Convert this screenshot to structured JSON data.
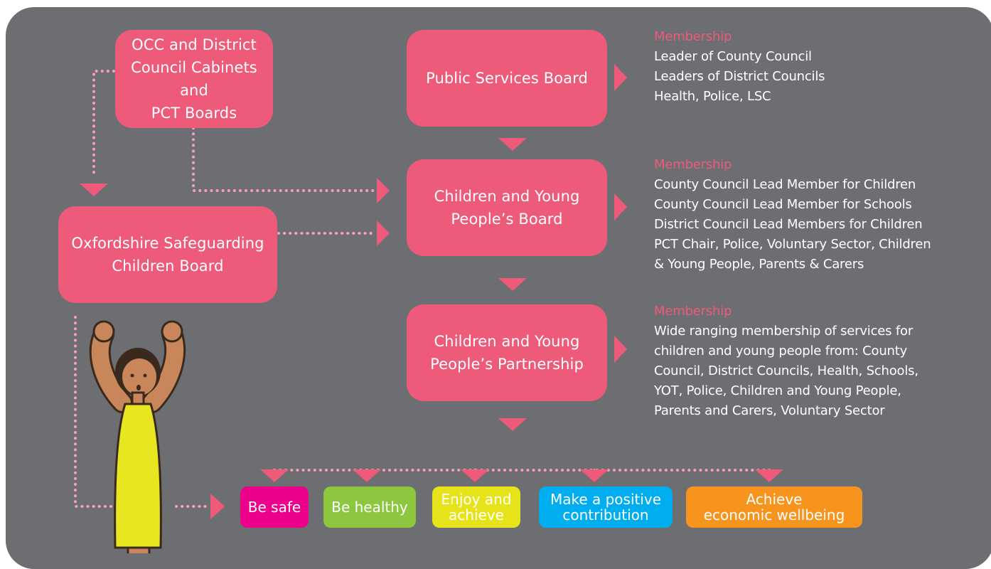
{
  "colors": {
    "background": "#6d6e71",
    "box": "#ee5a7a",
    "connector": "#f5a0b8",
    "heading": "#ee5a7a",
    "text": "#ffffff"
  },
  "boxes": {
    "occ": {
      "lines": [
        "OCC and District",
        "Council Cabinets and",
        "PCT Boards"
      ]
    },
    "psb": {
      "lines": [
        "Public Services Board"
      ]
    },
    "cypb": {
      "lines": [
        "Children and Young",
        "People’s Board"
      ]
    },
    "oscb": {
      "lines": [
        "Oxfordshire Safeguarding",
        "Children Board"
      ]
    },
    "cypp": {
      "lines": [
        "Children and  Young",
        "People’s Partnership"
      ]
    }
  },
  "membership": [
    {
      "heading": "Membership",
      "lines": [
        "Leader of County Council",
        "Leaders of District Councils",
        "Health, Police, LSC"
      ]
    },
    {
      "heading": "Membership",
      "lines": [
        "County Council Lead Member for Children",
        "County Council Lead Member for Schools",
        "District Council Lead Members for Children",
        "PCT Chair, Police, Voluntary Sector, Children",
        "& Young People, Parents & Carers"
      ]
    },
    {
      "heading": "Membership",
      "lines": [
        "Wide ranging membership of services for",
        "children and young people from: County",
        "Council, District Councils, Health, Schools,",
        "YOT, Police, Children and Young People,",
        "Parents and Carers, Voluntary Sector"
      ]
    }
  ],
  "outcomes": [
    {
      "lines": [
        "Be safe"
      ],
      "color": "#ec008c"
    },
    {
      "lines": [
        "Be healthy"
      ],
      "color": "#8dc63f"
    },
    {
      "lines": [
        "Enjoy and",
        "achieve"
      ],
      "color": "#e6e31a"
    },
    {
      "lines": [
        "Make a positive",
        "contribution"
      ],
      "color": "#00aeef"
    },
    {
      "lines": [
        "Achieve",
        "economic wellbeing"
      ],
      "color": "#f7941d"
    }
  ],
  "figure": {
    "dress_color": "#e8e620",
    "skin_color": "#c8865a",
    "hair_color": "#3a2a1e"
  }
}
